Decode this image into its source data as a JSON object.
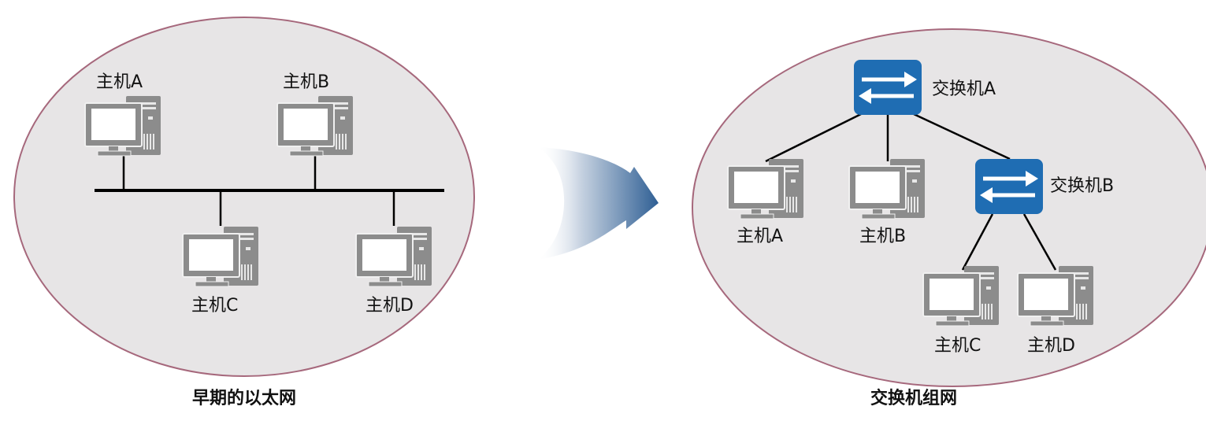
{
  "colors": {
    "region_fill": "#e7e5e6",
    "region_border": "#a6687c",
    "computer_body": "#8c8c8c",
    "switch_fill": "#1f6db3",
    "arrow_start": "#ffffff",
    "arrow_end": "#2f5f94",
    "line": "#000000"
  },
  "left_panel": {
    "caption": "早期的以太网",
    "hosts": [
      {
        "label": "主机A",
        "icon": "computer-icon"
      },
      {
        "label": "主机B",
        "icon": "computer-icon"
      },
      {
        "label": "主机C",
        "icon": "computer-icon"
      },
      {
        "label": "主机D",
        "icon": "computer-icon"
      }
    ]
  },
  "right_panel": {
    "caption": "交换机组网",
    "switches": [
      {
        "label": "交换机A",
        "icon": "switch-icon"
      },
      {
        "label": "交换机B",
        "icon": "switch-icon"
      }
    ],
    "hosts": [
      {
        "label": "主机A",
        "icon": "computer-icon"
      },
      {
        "label": "主机B",
        "icon": "computer-icon"
      },
      {
        "label": "主机C",
        "icon": "computer-icon"
      },
      {
        "label": "主机D",
        "icon": "computer-icon"
      }
    ]
  },
  "transition_icon": "arrow-right-icon"
}
